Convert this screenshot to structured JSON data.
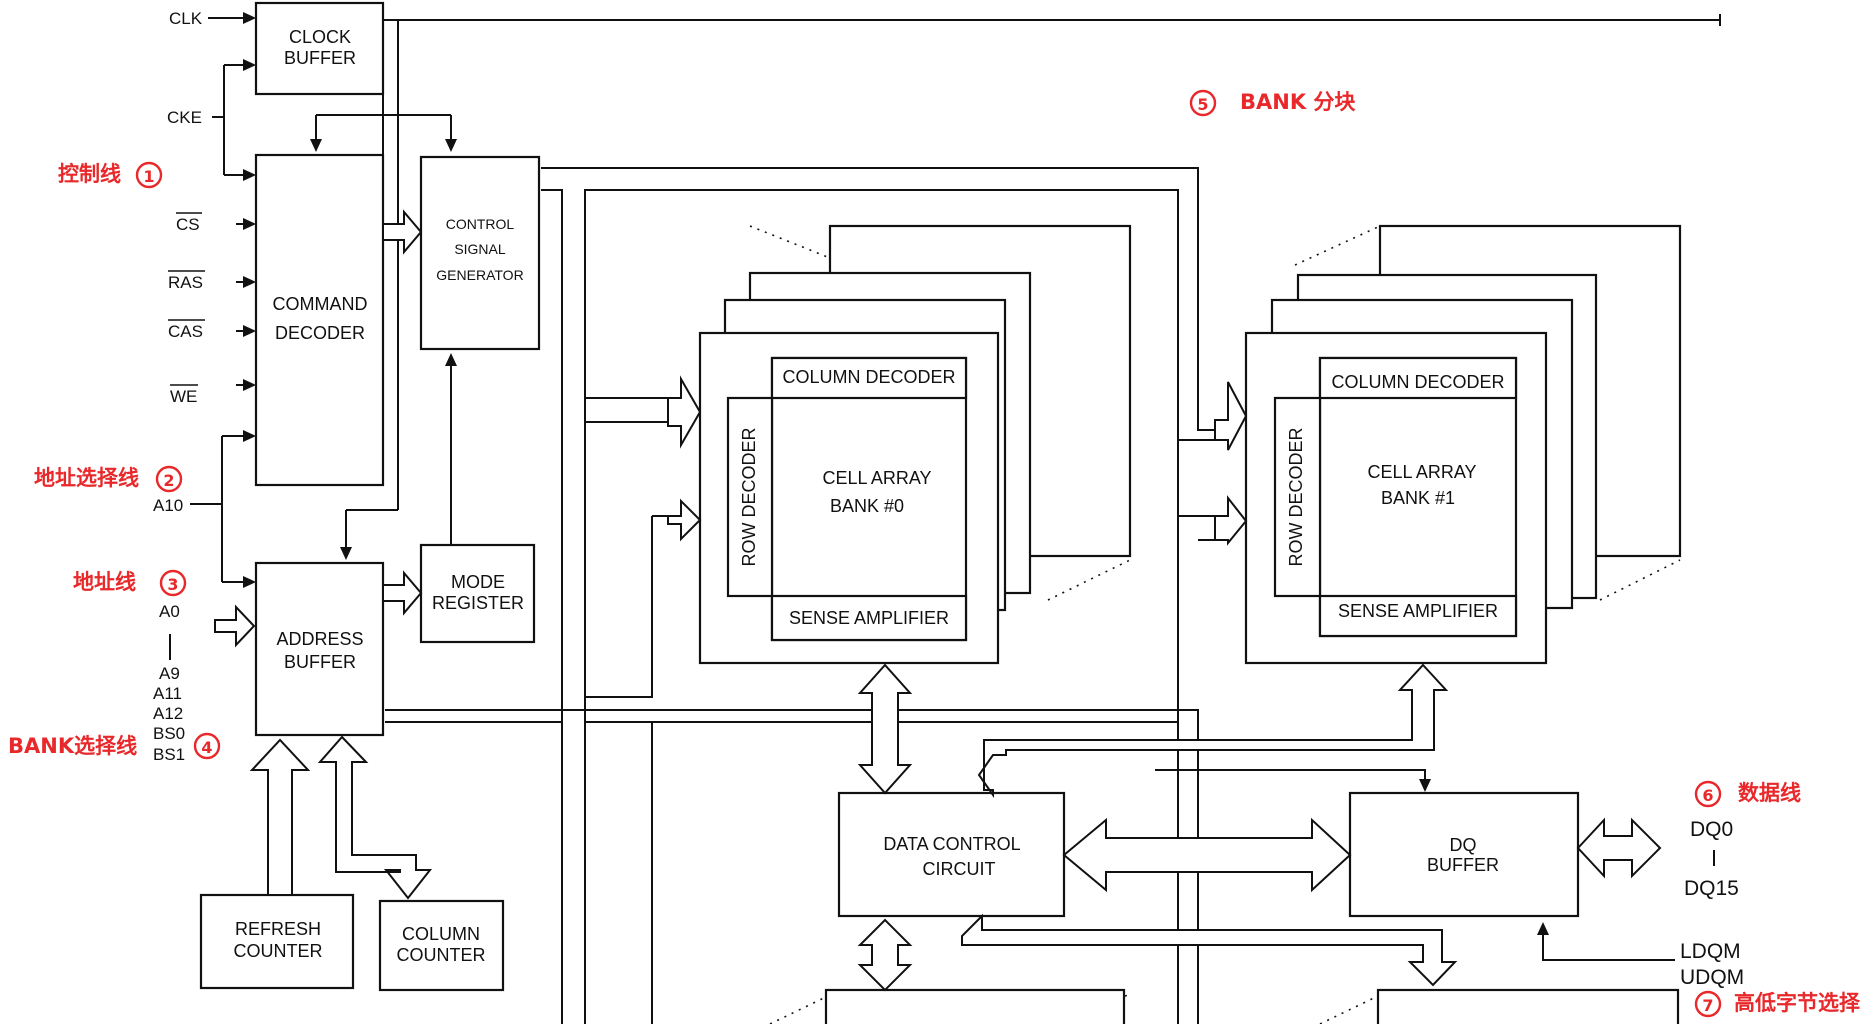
{
  "signals": {
    "clk": "CLK",
    "cke": "CKE",
    "cs": "CS",
    "ras": "RAS",
    "cas": "CAS",
    "we": "WE",
    "a10": "A10",
    "a0": "A0",
    "dash": "|",
    "a9": "A9",
    "a11": "A11",
    "a12": "A12",
    "bs0": "BS0",
    "bs1": "BS1",
    "dq0": "DQ0",
    "dq15": "DQ15",
    "ldqm": "LDQM",
    "udqm": "UDQM"
  },
  "blocks": {
    "clock_buffer": [
      "CLOCK",
      "BUFFER"
    ],
    "command_decoder": [
      "COMMAND",
      "DECODER"
    ],
    "control_signal_generator": [
      "CONTROL",
      "SIGNAL",
      "GENERATOR"
    ],
    "address_buffer": [
      "ADDRESS",
      "BUFFER"
    ],
    "mode_register": [
      "MODE",
      "REGISTER"
    ],
    "refresh_counter": [
      "REFRESH",
      "COUNTER"
    ],
    "column_counter": [
      "COLUMN",
      "COUNTER"
    ],
    "data_control_circuit": [
      "DATA CONTROL",
      "CIRCUIT"
    ],
    "dq_buffer": [
      "DQ",
      "BUFFER"
    ],
    "bank0": {
      "column_decoder": "COLUMN DECODER",
      "row_decoder": "ROW DECODER",
      "cell_array": [
        "CELL ARRAY",
        "BANK #0"
      ],
      "sense_amplifier": "SENSE AMPLIFIER"
    },
    "bank1": {
      "column_decoder": "COLUMN DECODER",
      "row_decoder": "ROW DECODER",
      "cell_array": [
        "CELL ARRAY",
        "BANK #1"
      ],
      "sense_amplifier": "SENSE AMPLIFIER"
    }
  },
  "annotations": {
    "control_lines": {
      "text": "控制线",
      "num": "①"
    },
    "address_select": {
      "text": "地址选择线",
      "num": "②"
    },
    "address_lines": {
      "text": "地址线",
      "num": "③"
    },
    "bank_select": {
      "text": "BANK选择线",
      "num": "④"
    },
    "bank_blocks": {
      "text": "BANK 分块",
      "num": "⑤"
    },
    "data_lines": {
      "text": "数据线",
      "num": "⑥"
    },
    "byte_select": {
      "text": "高低字节选择",
      "num": "⑦"
    }
  },
  "colors": {
    "annotation": "#e8282a",
    "line": "#111111",
    "background": "#ffffff"
  }
}
